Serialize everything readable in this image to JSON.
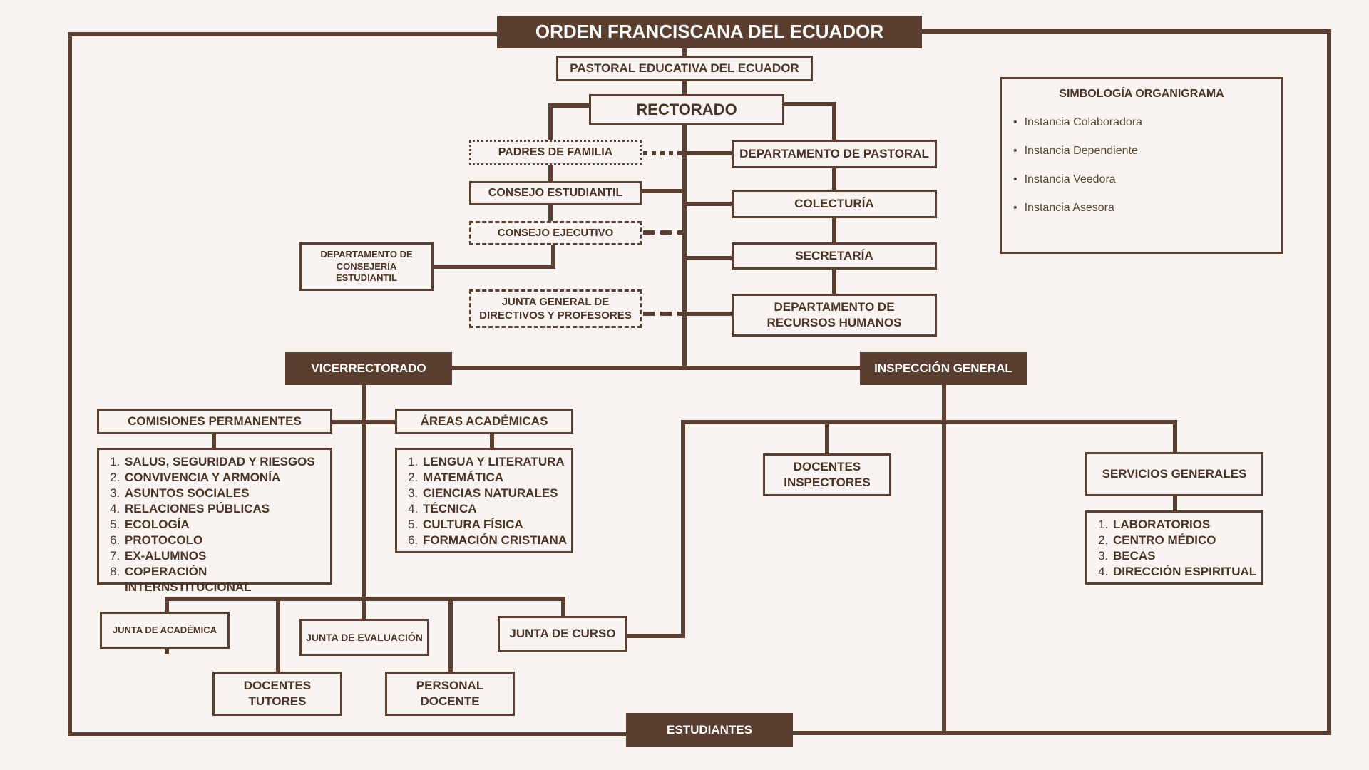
{
  "header": {
    "title": "ORDEN FRANCISCANA DEL ECUADOR",
    "subtitle": "PASTORAL EDUCATIVA DEL ECUADOR"
  },
  "nodes": {
    "rectorado": "RECTORADO",
    "padres": "PADRES DE FAMILIA",
    "consejo_estudiantil": "CONSEJO ESTUDIANTIL",
    "consejo_ejecutivo": "CONSEJO EJECUTIVO",
    "consejeria": "DEPARTAMENTO DE CONSEJERÍA ESTUDIANTIL",
    "junta_general": "JUNTA GENERAL DE DIRECTIVOS Y PROFESORES",
    "pastoral": "DEPARTAMENTO DE PASTORAL",
    "colecturia": "COLECTURÍA",
    "secretaria": "SECRETARÍA",
    "rrhh": "DEPARTAMENTO DE RECURSOS HUMANOS",
    "vicerrectorado": "VICERRECTORADO",
    "inspeccion": "INSPECCIÓN GENERAL",
    "comisiones": "COMISIONES PERMANENTES",
    "areas": "ÁREAS ACADÉMICAS",
    "docentes_inspectores": "DOCENTES INSPECTORES",
    "servicios": "SERVICIOS GENERALES",
    "junta_academica": "JUNTA DE ACADÉMICA",
    "junta_evaluacion": "JUNTA DE EVALUACIÓN",
    "junta_curso": "JUNTA DE CURSO",
    "docentes_tutores": "DOCENTES TUTORES",
    "personal_docente": "PERSONAL DOCENTE",
    "estudiantes": "ESTUDIANTES"
  },
  "lists": {
    "comisiones": [
      "SALUS, SEGURIDAD Y RIESGOS",
      "CONVIVENCIA Y ARMONÍA",
      "ASUNTOS SOCIALES",
      "RELACIONES PÚBLICAS",
      "ECOLOGÍA",
      "PROTOCOLO",
      "EX-ALUMNOS",
      "COPERACIÓN INTERNSTITUCIONAL"
    ],
    "areas": [
      "LENGUA Y LITERATURA",
      "MATEMÁTICA",
      "CIENCIAS NATURALES",
      "TÉCNICA",
      "CULTURA FÍSICA",
      "FORMACIÓN CRISTIANA"
    ],
    "servicios": [
      "LABORATORIOS",
      "CENTRO MÉDICO",
      "BECAS",
      "DIRECCIÓN ESPIRITUAL"
    ]
  },
  "legend": {
    "title": "SIMBOLOGÍA ORGANIGRAMA",
    "items": [
      "Instancia Colaboradora",
      "Instancia Dependiente",
      "Instancia Veedora",
      "Instancia Asesora"
    ]
  },
  "colors": {
    "brown": "#5a3e2f",
    "background": "#f9f4f1",
    "text": "#4a3327"
  }
}
